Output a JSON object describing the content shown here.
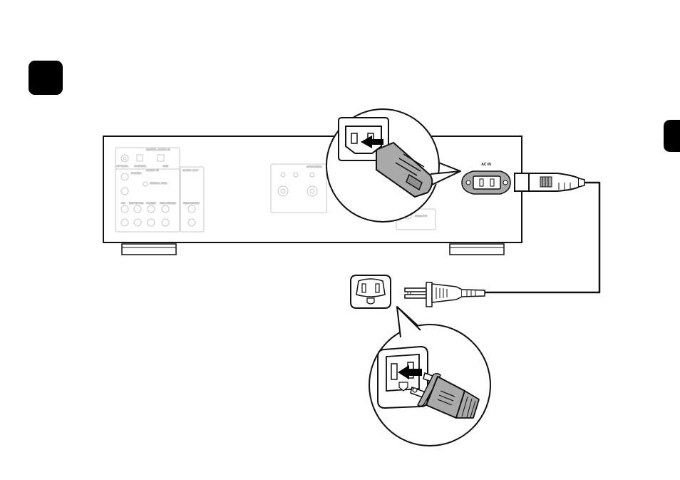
{
  "step_badge": {
    "number": ""
  },
  "side_tab": {
    "label": ""
  },
  "inlet_label": "AC IN",
  "rear_panel_labels": {
    "digital_in": "DIGITAL AUDIO IN",
    "optical": "OPTICAL",
    "coaxial": "COAXIAL",
    "usb": "USB",
    "analog_in": "AUDIO IN",
    "audio_out": "AUDIO OUT",
    "phono": "PHONO",
    "signal_gnd": "SIGNAL GND",
    "cd": "CD",
    "network": "NETWORK",
    "tuner": "TUNER",
    "recorder": "RECORDER",
    "pre_out": "PRE OUT",
    "speakers": "SPEAKERS",
    "remote": "REMOTE"
  },
  "colors": {
    "ink": "#111111",
    "panel_faint": "#c8c8c8",
    "plug_gray": "#a9a9a9",
    "badge": "#000000",
    "background": "#ffffff"
  },
  "icons": [
    "ac-inlet-icon",
    "power-plug-icon",
    "wall-outlet-icon",
    "arrow-icon",
    "iec-connector-icon"
  ]
}
